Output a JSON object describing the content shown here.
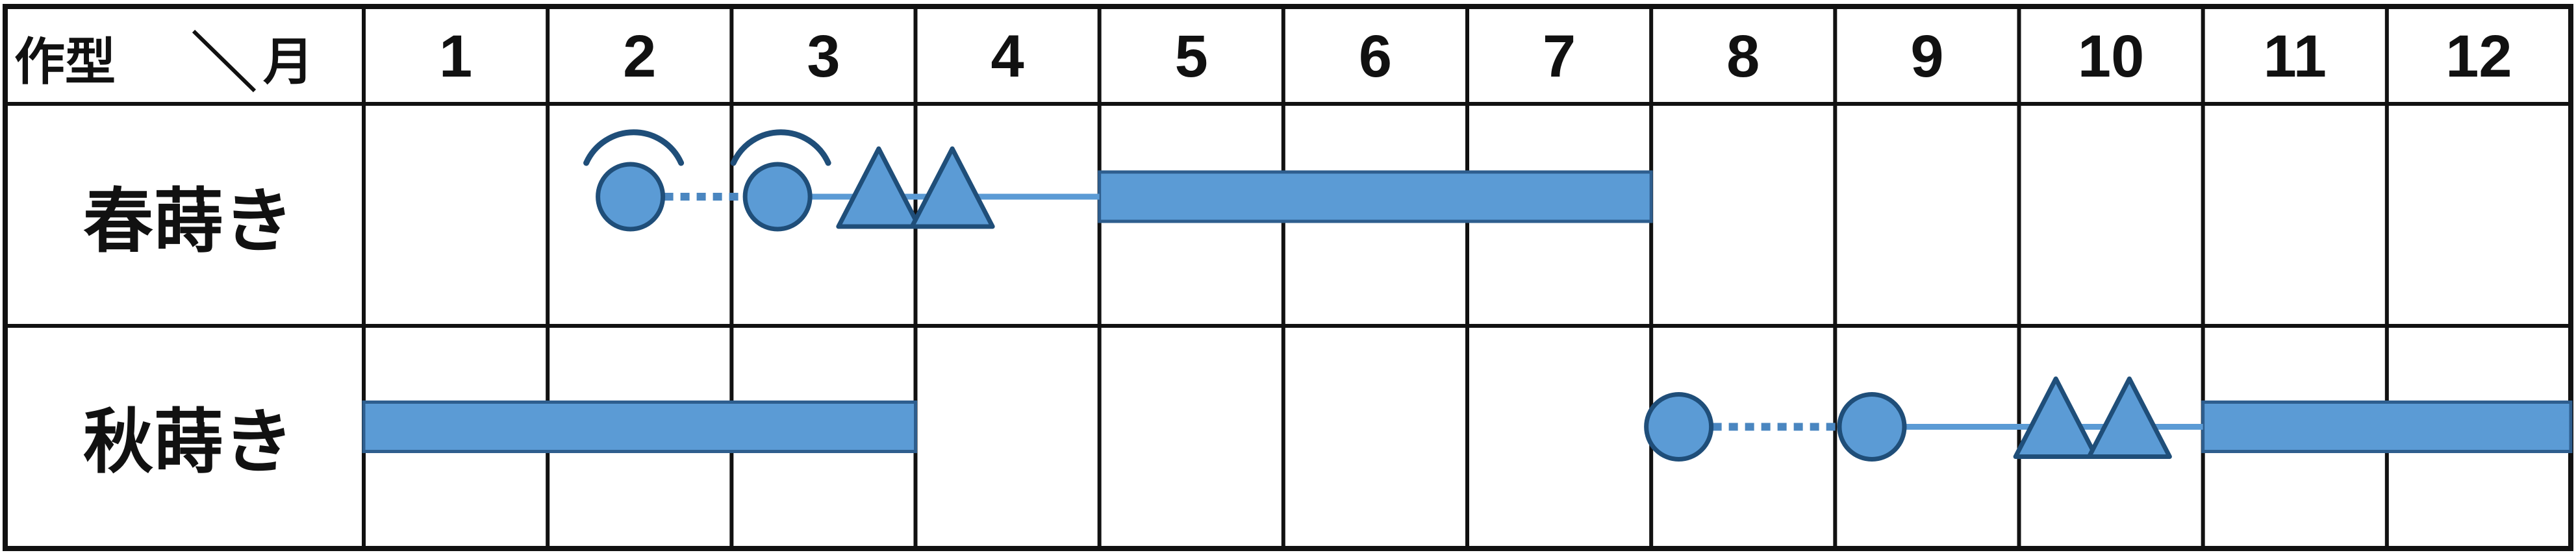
{
  "header": {
    "corner_left": "作型",
    "corner_right": "月",
    "months": [
      "1",
      "2",
      "3",
      "4",
      "5",
      "6",
      "7",
      "8",
      "9",
      "10",
      "11",
      "12"
    ]
  },
  "rows": [
    {
      "label": "春蒔き",
      "events": [
        {
          "kind": "circle-with-arch",
          "month": 2.45
        },
        {
          "kind": "dotted-link",
          "from": 2.45,
          "to": 3.25
        },
        {
          "kind": "circle-with-arch",
          "month": 3.25
        },
        {
          "kind": "solid-link",
          "from": 3.25,
          "to": 5.0
        },
        {
          "kind": "triangle",
          "month": 3.8
        },
        {
          "kind": "triangle",
          "month": 4.2
        },
        {
          "kind": "bar",
          "from": 5.0,
          "to": 8.0
        }
      ]
    },
    {
      "label": "秋蒔き",
      "events": [
        {
          "kind": "bar",
          "from": 1.0,
          "to": 4.0
        },
        {
          "kind": "circle",
          "month": 8.15
        },
        {
          "kind": "dotted-link",
          "from": 8.15,
          "to": 9.2
        },
        {
          "kind": "circle",
          "month": 9.2
        },
        {
          "kind": "solid-link",
          "from": 9.2,
          "to": 11.0
        },
        {
          "kind": "triangle",
          "month": 10.2
        },
        {
          "kind": "triangle",
          "month": 10.6
        },
        {
          "kind": "bar",
          "from": 11.0,
          "to": 13.0
        }
      ]
    }
  ],
  "colors": {
    "fill": "#5b9bd5",
    "stroke": "#1f4e79",
    "grid": "#111111"
  }
}
